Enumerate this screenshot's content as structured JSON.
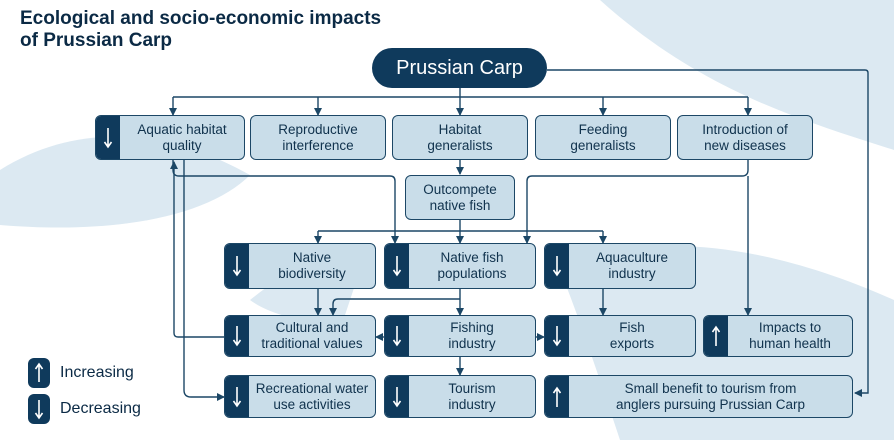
{
  "title": "Ecological and socio-economic impacts of Prussian Carp",
  "root": "Prussian Carp",
  "boxes": {
    "aquatic": "Aquatic habitat\nquality",
    "reproductive": "Reproductive\ninterference",
    "habitat_gen": "Habitat\ngeneralists",
    "feeding_gen": "Feeding\ngeneralists",
    "diseases": "Introduction of\nnew diseases",
    "outcompete": "Outcompete\nnative fish",
    "biodiversity": "Native\nbiodiversity",
    "native_fish": "Native fish\npopulations",
    "aquaculture": "Aquaculture\nindustry",
    "cultural": "Cultural and\ntraditional values",
    "fishing": "Fishing\nindustry",
    "exports": "Fish\nexports",
    "health": "Impacts to\nhuman health",
    "recreational": "Recreational water\nuse activities",
    "tourism": "Tourism\nindustry",
    "benefit": "Small benefit to tourism from\nanglers pursuing Prussian Carp"
  },
  "legend": {
    "increasing": "Increasing",
    "decreasing": "Decreasing"
  },
  "colors": {
    "navy": "#0f3a5c",
    "box_fill": "#c9dde9",
    "background_shape": "#dce9f2"
  }
}
